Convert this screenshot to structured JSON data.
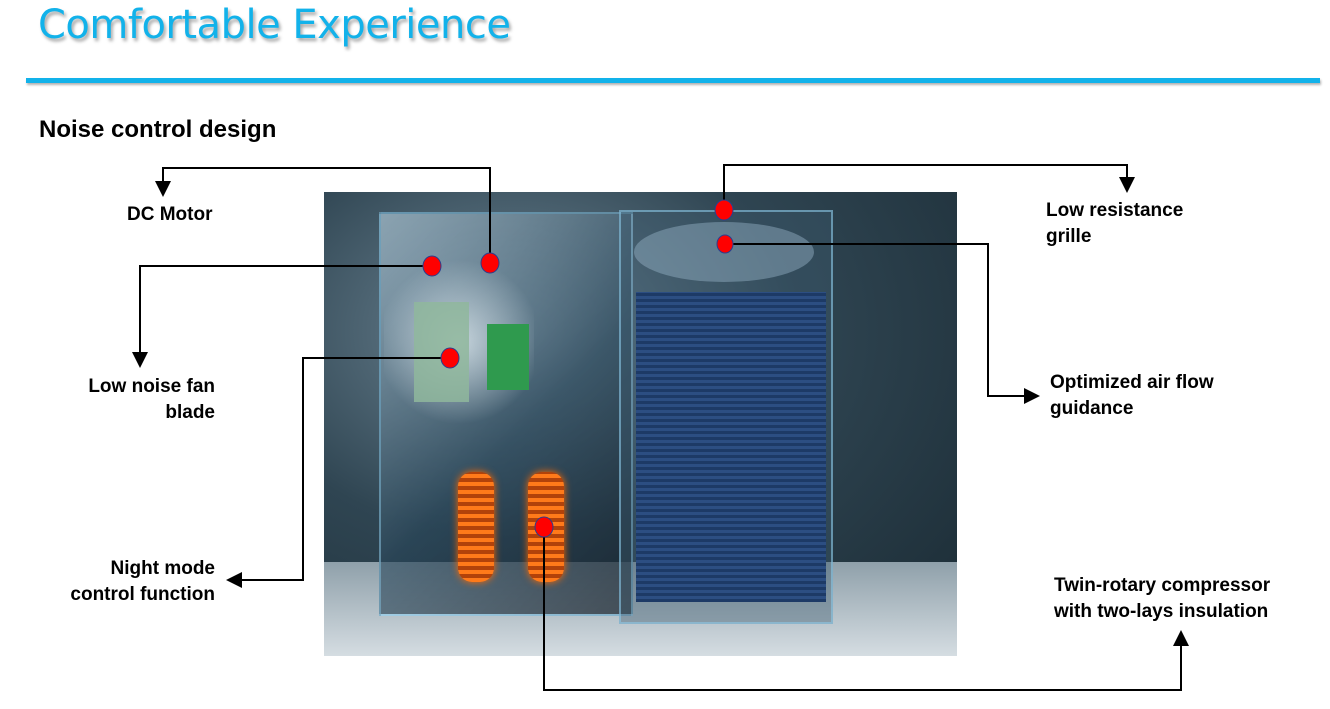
{
  "header": {
    "title": "Comfortable Experience"
  },
  "section": {
    "title": "Noise control design"
  },
  "callouts": {
    "dc_motor": "DC Motor",
    "fan_blade_1": "Low noise fan",
    "fan_blade_2": "blade",
    "night_mode_1": "Night mode",
    "night_mode_2": "control function",
    "grille_1": "Low resistance",
    "grille_2": "grille",
    "airflow_1": "Optimized air flow",
    "airflow_2": "guidance",
    "compressor_1": "Twin-rotary compressor",
    "compressor_2": "with two-lays insulation"
  },
  "colors": {
    "accent": "#12b2ea",
    "marker": "#ff0000"
  }
}
